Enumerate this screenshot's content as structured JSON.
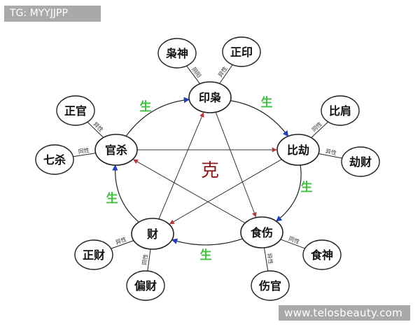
{
  "watermarks": {
    "top_left": "TG: MYYJJPP",
    "bottom_right": "www.telosbeauty.com"
  },
  "colors": {
    "generate_label": "#3fbf3f",
    "control_label": "#8b1a1a",
    "arrow_generate": "#1f3fb4",
    "arrow_control": "#b23a3a",
    "node_stroke": "#222222"
  },
  "center_label": "克",
  "main_nodes": [
    {
      "id": "yinxiao",
      "label": "印枭"
    },
    {
      "id": "bijie",
      "label": "比劫"
    },
    {
      "id": "shishang",
      "label": "食伤"
    },
    {
      "id": "cai",
      "label": "财"
    },
    {
      "id": "guansha",
      "label": "官杀"
    }
  ],
  "sub_nodes": [
    {
      "id": "xiaoshen",
      "label": "枭神",
      "parent": "yinxiao",
      "link_text": "阴阳"
    },
    {
      "id": "zhengyin",
      "label": "正印",
      "parent": "yinxiao",
      "link_text": "异性"
    },
    {
      "id": "bijian",
      "label": "比肩",
      "parent": "bijie",
      "link_text": "同性"
    },
    {
      "id": "jiecai",
      "label": "劫财",
      "parent": "bijie",
      "link_text": "异性"
    },
    {
      "id": "shishen",
      "label": "食神",
      "parent": "shishang",
      "link_text": "同性"
    },
    {
      "id": "shangguan",
      "label": "伤官",
      "parent": "shishang",
      "link_text": "异性"
    },
    {
      "id": "zhengcai",
      "label": "正财",
      "parent": "cai",
      "link_text": "异性"
    },
    {
      "id": "piancai",
      "label": "偏财",
      "parent": "cai",
      "link_text": "同性"
    },
    {
      "id": "zhengguan",
      "label": "正官",
      "parent": "guansha",
      "link_text": "异性"
    },
    {
      "id": "qisha",
      "label": "七杀",
      "parent": "guansha",
      "link_text": "同性"
    }
  ],
  "generate_cycle": [
    {
      "from": "yinxiao",
      "to": "bijie",
      "label": "生"
    },
    {
      "from": "bijie",
      "to": "shishang",
      "label": "生"
    },
    {
      "from": "shishang",
      "to": "cai",
      "label": "生"
    },
    {
      "from": "cai",
      "to": "guansha",
      "label": "生"
    },
    {
      "from": "guansha",
      "to": "yinxiao",
      "label": "生"
    }
  ],
  "control_cycle": [
    {
      "from": "yinxiao",
      "to": "shishang"
    },
    {
      "from": "shishang",
      "to": "guansha"
    },
    {
      "from": "guansha",
      "to": "bijie"
    },
    {
      "from": "bijie",
      "to": "cai"
    },
    {
      "from": "cai",
      "to": "yinxiao"
    }
  ]
}
